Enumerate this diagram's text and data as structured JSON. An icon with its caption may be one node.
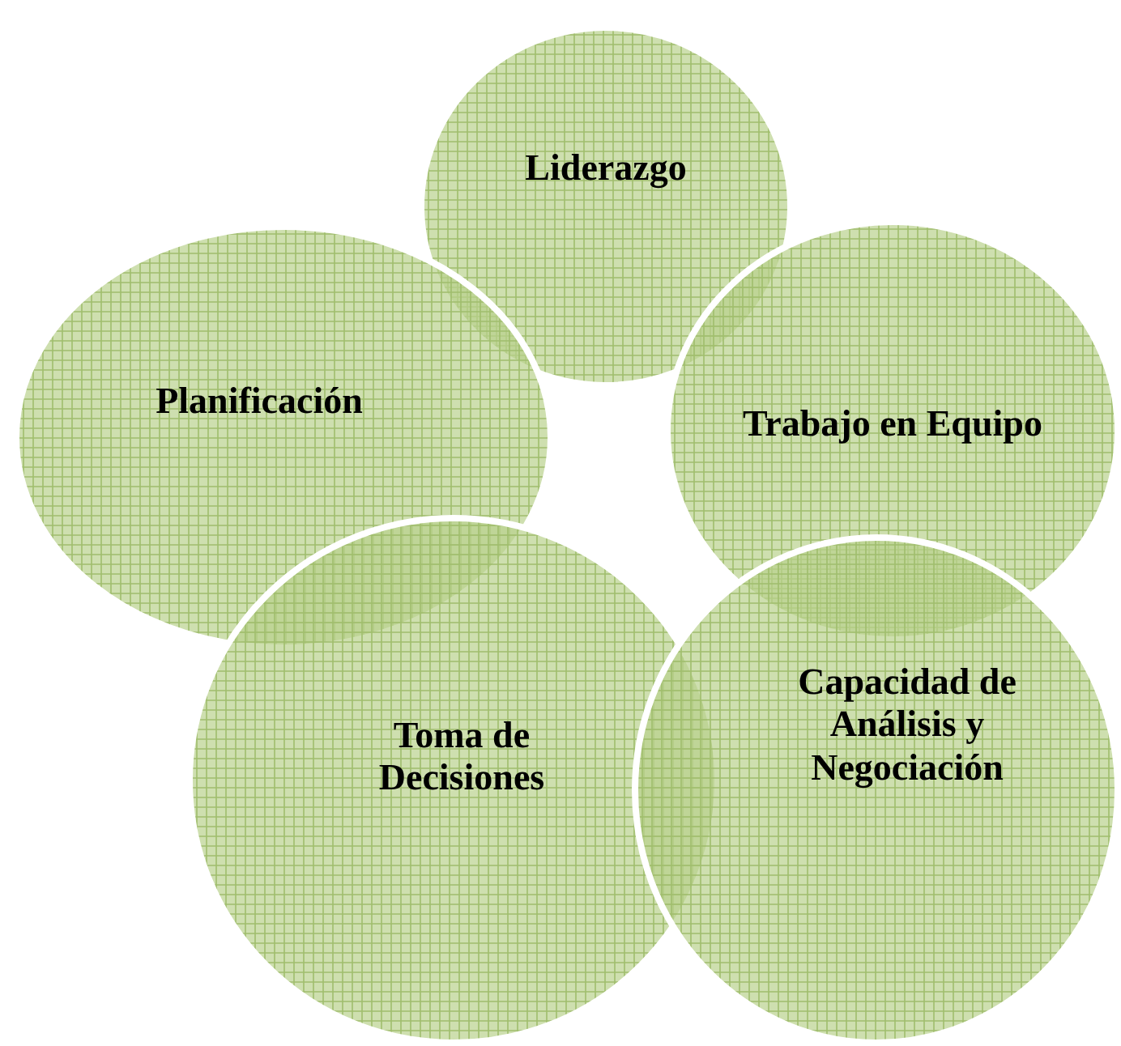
{
  "diagram": {
    "nodes": [
      {
        "text": [
          "Liderazgo"
        ]
      },
      {
        "text": [
          "Planificación"
        ]
      },
      {
        "text": [
          "Trabajo en Equipo"
        ]
      },
      {
        "text": [
          "Toma de Decisiones"
        ]
      },
      {
        "text": [
          "Capacidad de Análisis y Negociación"
        ]
      }
    ]
  }
}
